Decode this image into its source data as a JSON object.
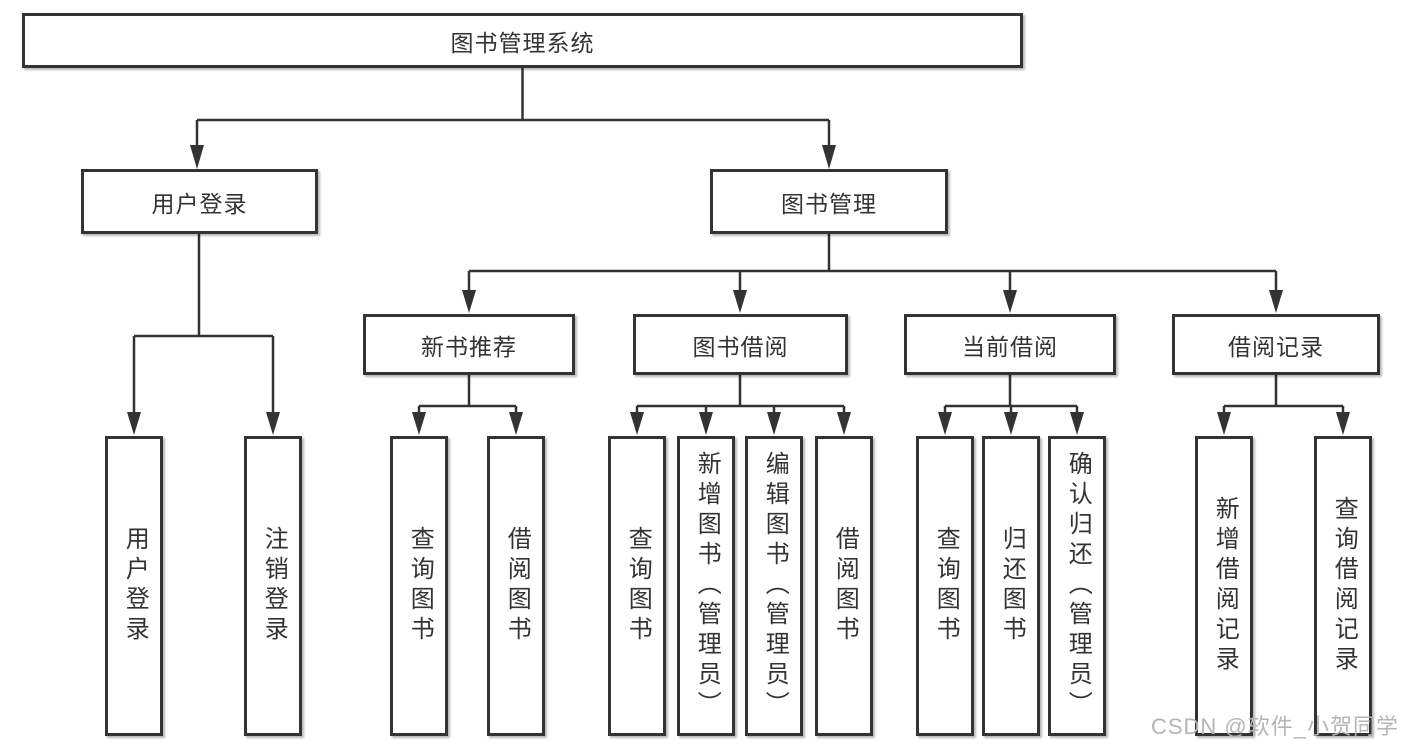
{
  "diagram": {
    "title": "图书管理系统",
    "level2": {
      "user_login": "用户登录",
      "book_management": "图书管理"
    },
    "level3": {
      "new_book_recommend": "新书推荐",
      "book_borrow": "图书借阅",
      "current_borrow": "当前借阅",
      "borrow_records": "借阅记录"
    },
    "leaves": {
      "user_login": [
        "用户登录",
        "注销登录"
      ],
      "new_book_recommend": [
        "查询图书",
        "借阅图书"
      ],
      "book_borrow": [
        "查询图书",
        "新增图书（管理员）",
        "编辑图书（管理员）",
        "借阅图书"
      ],
      "current_borrow": [
        "查询图书",
        "归还图书",
        "确认归还（管理员）"
      ],
      "borrow_records": [
        "新增借阅记录",
        "查询借阅记录"
      ]
    },
    "watermark": "CSDN @软件_小贺同学",
    "colors": {
      "line": "#333333",
      "text": "#333333",
      "watermark": "#b5b5b5",
      "background": "#ffffff"
    }
  }
}
